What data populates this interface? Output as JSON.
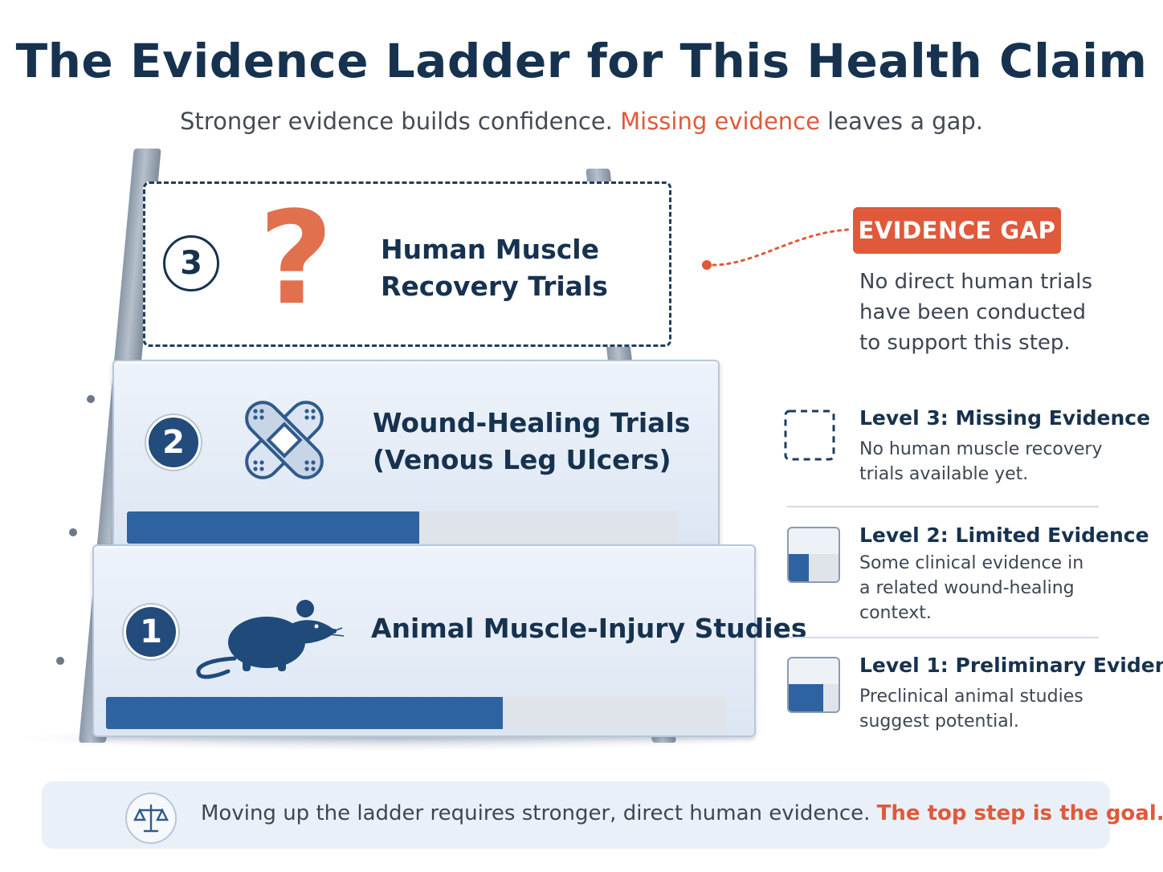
{
  "title": "The Evidence Ladder for This Health Claim",
  "subtitle": {
    "part1": "Stronger evidence builds confidence. ",
    "accent": "Missing evidence",
    "part2": " leaves a gap."
  },
  "ladder": {
    "steps": [
      {
        "number": "1",
        "label": "Animal Muscle-Injury Studies",
        "icon": "mouse-icon",
        "progress_fraction": 0.64
      },
      {
        "number": "2",
        "label_line1": "Wound-Healing Trials",
        "label_line2": "(Venous Leg Ulcers)",
        "icon": "bandage-icon",
        "progress_fraction": 0.53
      },
      {
        "number": "3",
        "label_line1": "Human Muscle",
        "label_line2": "Recovery Trials",
        "icon": "question-mark-icon",
        "symbol": "?"
      }
    ]
  },
  "gap": {
    "tag": "EVIDENCE GAP",
    "desc_line1": "No direct human trials",
    "desc_line2": "have been conducted",
    "desc_line3": "to support this step."
  },
  "legend": [
    {
      "level": "Level 3:",
      "name": "Missing Evidence",
      "desc_line1": "No human muscle recovery",
      "desc_line2": "trials available yet."
    },
    {
      "level": "Level 2:",
      "name": "Limited Evidence",
      "desc_line1": "Some clinical evidence in",
      "desc_line2": "a related wound-healing",
      "desc_line3": "context.",
      "fill_fraction": 0.4
    },
    {
      "level": "Level 1:",
      "name": "Preliminary Evidence",
      "desc_line1": "Preclinical animal studies",
      "desc_line2": "suggest potential.",
      "fill_fraction": 0.7
    }
  ],
  "footer": {
    "text": "Moving up the ladder requires stronger, direct human evidence. ",
    "accent": "The top step is the goal.",
    "icon": "scales-icon"
  },
  "colors": {
    "navy": "#16324f",
    "accent": "#e0593a",
    "bar_fill": "#2f62a0"
  }
}
